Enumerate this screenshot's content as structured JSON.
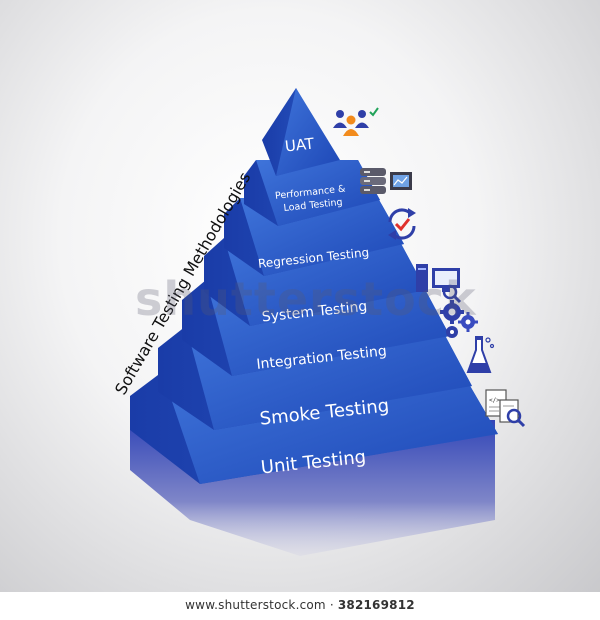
{
  "diagram": {
    "side_title": "Software Testing Methodologies",
    "tiers": [
      {
        "label_lines": [
          "UAT"
        ]
      },
      {
        "label_lines": [
          "Performance &",
          "Load Testing"
        ]
      },
      {
        "label_lines": [
          "Regression Testing"
        ]
      },
      {
        "label_lines": [
          "System Testing"
        ]
      },
      {
        "label_lines": [
          "Integration Testing"
        ]
      },
      {
        "label_lines": [
          "Smoke Testing"
        ]
      },
      {
        "label_lines": [
          "Unit Testing"
        ]
      }
    ],
    "icons": [
      "users-check-icon",
      "servers-monitor-icon",
      "refresh-check-icon",
      "computer-search-icon",
      "gears-icon",
      "flask-icon",
      "code-document-search-icon"
    ],
    "colors": {
      "face_light": "#3f74da",
      "face_dark": "#1b44b4",
      "side": "#2a50c0",
      "icon_blue": "#2f3fa8",
      "icon_orange": "#f28b1d"
    }
  },
  "watermark": "shutterstock",
  "footer": {
    "site": "www.shutterstock.com",
    "separator": " · ",
    "id": "382169812"
  }
}
